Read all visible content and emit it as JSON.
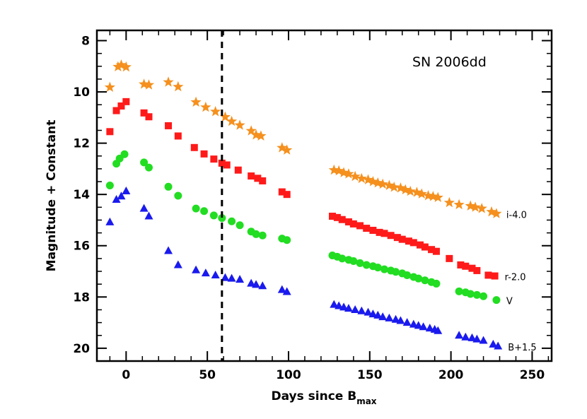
{
  "chart_data": {
    "type": "scatter",
    "title": "",
    "annotation": "SN 2006dd",
    "xlabel": "Days since B",
    "xlabel_subscript": "max",
    "ylabel": "Magnitude + Constant",
    "xlim": [
      -18,
      262
    ],
    "ylim": [
      20.5,
      7.6
    ],
    "y_inverted": true,
    "xticks": [
      0,
      50,
      100,
      150,
      200,
      250
    ],
    "yticks": [
      8,
      10,
      12,
      14,
      16,
      18,
      20
    ],
    "grid": false,
    "vertical_line_x": 59,
    "series": [
      {
        "name": "i-4.0",
        "marker": "star",
        "color": "#f5901e",
        "points": [
          [
            -10,
            9.82
          ],
          [
            -5,
            9.02
          ],
          [
            -3,
            8.95
          ],
          [
            0,
            9.03
          ],
          [
            11,
            9.7
          ],
          [
            14,
            9.73
          ],
          [
            26,
            9.62
          ],
          [
            32,
            9.8
          ],
          [
            43,
            10.4
          ],
          [
            49,
            10.6
          ],
          [
            55,
            10.77
          ],
          [
            61,
            10.98
          ],
          [
            65,
            11.15
          ],
          [
            70,
            11.3
          ],
          [
            77,
            11.52
          ],
          [
            80,
            11.68
          ],
          [
            83,
            11.72
          ],
          [
            96,
            12.18
          ],
          [
            99,
            12.27
          ],
          [
            128,
            13.05
          ],
          [
            131,
            13.08
          ],
          [
            134,
            13.15
          ],
          [
            137,
            13.2
          ],
          [
            141,
            13.3
          ],
          [
            145,
            13.38
          ],
          [
            149,
            13.43
          ],
          [
            152,
            13.5
          ],
          [
            155,
            13.55
          ],
          [
            158,
            13.6
          ],
          [
            162,
            13.65
          ],
          [
            165,
            13.72
          ],
          [
            169,
            13.75
          ],
          [
            172,
            13.82
          ],
          [
            175,
            13.88
          ],
          [
            179,
            13.92
          ],
          [
            182,
            13.98
          ],
          [
            186,
            14.05
          ],
          [
            189,
            14.08
          ],
          [
            192,
            14.12
          ],
          [
            199,
            14.32
          ],
          [
            205,
            14.4
          ],
          [
            212,
            14.45
          ],
          [
            215,
            14.5
          ],
          [
            219,
            14.55
          ],
          [
            225,
            14.68
          ],
          [
            228,
            14.75
          ]
        ]
      },
      {
        "name": "r-2.0",
        "marker": "square",
        "color": "#ff1a1a",
        "points": [
          [
            -10,
            11.55
          ],
          [
            -6,
            10.73
          ],
          [
            -3,
            10.55
          ],
          [
            0,
            10.38
          ],
          [
            11,
            10.82
          ],
          [
            14,
            10.97
          ],
          [
            26,
            11.32
          ],
          [
            32,
            11.72
          ],
          [
            42,
            12.17
          ],
          [
            48,
            12.42
          ],
          [
            54,
            12.62
          ],
          [
            59,
            12.78
          ],
          [
            62,
            12.85
          ],
          [
            69,
            13.05
          ],
          [
            77,
            13.28
          ],
          [
            81,
            13.37
          ],
          [
            84,
            13.47
          ],
          [
            96,
            13.9
          ],
          [
            99,
            14.0
          ],
          [
            127,
            14.85
          ],
          [
            130,
            14.9
          ],
          [
            133,
            14.98
          ],
          [
            137,
            15.07
          ],
          [
            140,
            15.15
          ],
          [
            144,
            15.22
          ],
          [
            148,
            15.32
          ],
          [
            152,
            15.4
          ],
          [
            156,
            15.48
          ],
          [
            159,
            15.52
          ],
          [
            163,
            15.6
          ],
          [
            167,
            15.68
          ],
          [
            170,
            15.75
          ],
          [
            174,
            15.82
          ],
          [
            177,
            15.88
          ],
          [
            181,
            15.97
          ],
          [
            184,
            16.05
          ],
          [
            188,
            16.15
          ],
          [
            191,
            16.22
          ],
          [
            199,
            16.5
          ],
          [
            206,
            16.75
          ],
          [
            209,
            16.8
          ],
          [
            213,
            16.88
          ],
          [
            216,
            16.97
          ],
          [
            223,
            17.15
          ],
          [
            227,
            17.18
          ]
        ]
      },
      {
        "name": "V",
        "marker": "circle",
        "color": "#22dd22",
        "points": [
          [
            -10,
            13.65
          ],
          [
            -6,
            12.8
          ],
          [
            -4,
            12.6
          ],
          [
            -1,
            12.43
          ],
          [
            11,
            12.75
          ],
          [
            14,
            12.95
          ],
          [
            26,
            13.7
          ],
          [
            32,
            14.05
          ],
          [
            43,
            14.55
          ],
          [
            48,
            14.65
          ],
          [
            54,
            14.82
          ],
          [
            59,
            14.92
          ],
          [
            65,
            15.05
          ],
          [
            70,
            15.2
          ],
          [
            77,
            15.45
          ],
          [
            80,
            15.55
          ],
          [
            84,
            15.6
          ],
          [
            96,
            15.72
          ],
          [
            99,
            15.78
          ],
          [
            127,
            16.38
          ],
          [
            130,
            16.43
          ],
          [
            133,
            16.5
          ],
          [
            137,
            16.55
          ],
          [
            140,
            16.6
          ],
          [
            144,
            16.68
          ],
          [
            148,
            16.75
          ],
          [
            152,
            16.8
          ],
          [
            155,
            16.85
          ],
          [
            159,
            16.92
          ],
          [
            163,
            16.97
          ],
          [
            166,
            17.02
          ],
          [
            170,
            17.08
          ],
          [
            173,
            17.15
          ],
          [
            177,
            17.22
          ],
          [
            180,
            17.28
          ],
          [
            184,
            17.35
          ],
          [
            188,
            17.42
          ],
          [
            191,
            17.48
          ],
          [
            205,
            17.78
          ],
          [
            209,
            17.82
          ],
          [
            212,
            17.88
          ],
          [
            216,
            17.92
          ],
          [
            220,
            17.97
          ],
          [
            228,
            18.12
          ]
        ]
      },
      {
        "name": "B+1.5",
        "marker": "triangle",
        "color": "#1a1aee",
        "points": [
          [
            -10,
            15.08
          ],
          [
            -6,
            14.2
          ],
          [
            -3,
            14.07
          ],
          [
            0,
            13.87
          ],
          [
            11,
            14.55
          ],
          [
            14,
            14.85
          ],
          [
            26,
            16.2
          ],
          [
            32,
            16.75
          ],
          [
            43,
            16.95
          ],
          [
            49,
            17.07
          ],
          [
            55,
            17.15
          ],
          [
            61,
            17.25
          ],
          [
            65,
            17.28
          ],
          [
            70,
            17.32
          ],
          [
            77,
            17.47
          ],
          [
            80,
            17.52
          ],
          [
            84,
            17.57
          ],
          [
            96,
            17.72
          ],
          [
            99,
            17.8
          ],
          [
            128,
            18.3
          ],
          [
            131,
            18.35
          ],
          [
            134,
            18.4
          ],
          [
            137,
            18.45
          ],
          [
            141,
            18.5
          ],
          [
            145,
            18.55
          ],
          [
            149,
            18.6
          ],
          [
            152,
            18.67
          ],
          [
            155,
            18.72
          ],
          [
            158,
            18.78
          ],
          [
            162,
            18.83
          ],
          [
            166,
            18.88
          ],
          [
            169,
            18.93
          ],
          [
            173,
            19.0
          ],
          [
            177,
            19.07
          ],
          [
            180,
            19.12
          ],
          [
            183,
            19.17
          ],
          [
            187,
            19.22
          ],
          [
            190,
            19.27
          ],
          [
            192,
            19.32
          ],
          [
            205,
            19.5
          ],
          [
            209,
            19.57
          ],
          [
            213,
            19.6
          ],
          [
            216,
            19.65
          ],
          [
            220,
            19.7
          ],
          [
            226,
            19.85
          ],
          [
            229,
            19.92
          ]
        ]
      }
    ]
  }
}
